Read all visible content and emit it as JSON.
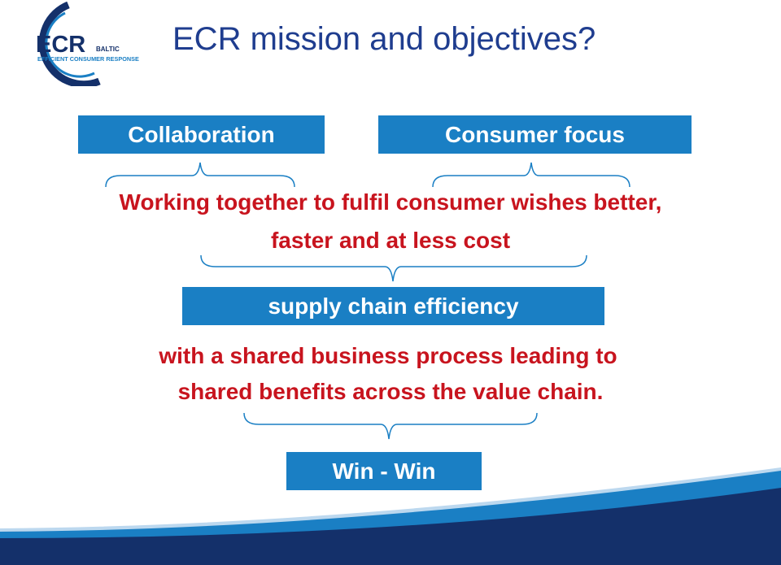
{
  "logo": {
    "brand": "ECR",
    "sub": "BALTIC",
    "tagline": "EFFICIENT CONSUMER RESPONSE"
  },
  "title": "ECR mission and objectives?",
  "boxes": {
    "collaboration": "Collaboration",
    "consumer_focus": "Consumer focus",
    "supply_chain": "supply chain efficiency",
    "win_win": "Win - Win"
  },
  "statement": {
    "line1": "Working together to fulfil consumer wishes better,",
    "line2": "faster and at less cost",
    "line3": "with a shared business process leading to",
    "line4": "shared benefits across the value chain."
  },
  "colors": {
    "box_blue": "#1a7fc4",
    "text_red": "#c8141e",
    "title_blue": "#1f3d8f",
    "navy": "#14306a"
  }
}
